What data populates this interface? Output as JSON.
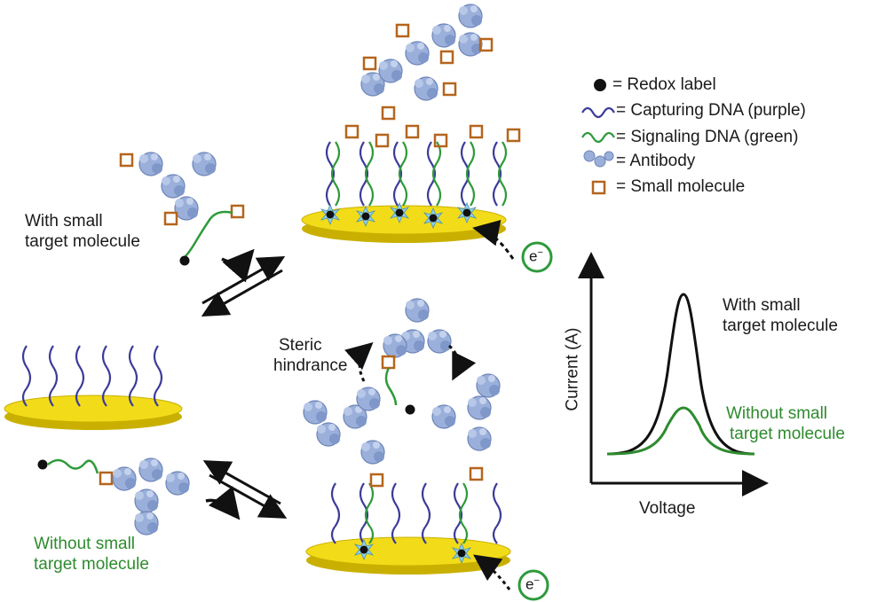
{
  "legend": {
    "redox": "= Redox label",
    "capturing": "= Capturing DNA (purple)",
    "signaling": "= Signaling DNA (green)",
    "antibody": "= Antibody",
    "small": "= Small molecule"
  },
  "labels": {
    "with_small_line1": "With small",
    "with_small_line2": "target molecule",
    "without_small_line1": "Without small",
    "without_small_line2": "target molecule",
    "steric_line1": "Steric",
    "steric_line2": "hindrance",
    "electron": "e",
    "electron_sup": "−"
  },
  "graph": {
    "ylabel": "Current (A)",
    "xlabel": "Voltage",
    "with_line1": "With small",
    "with_line2": "target molecule",
    "without_line1": "Without small",
    "without_line2": "target molecule"
  },
  "colors": {
    "gold": "#f2dc1a",
    "gold_edge": "#c9b000",
    "purple_dna": "#3c3c9a",
    "green_dna": "#2e9a3a",
    "antibody": "#8fa8d6",
    "small_molecule": "#b5651d",
    "with_curve": "#111111",
    "without_curve": "#2e8b2e"
  }
}
